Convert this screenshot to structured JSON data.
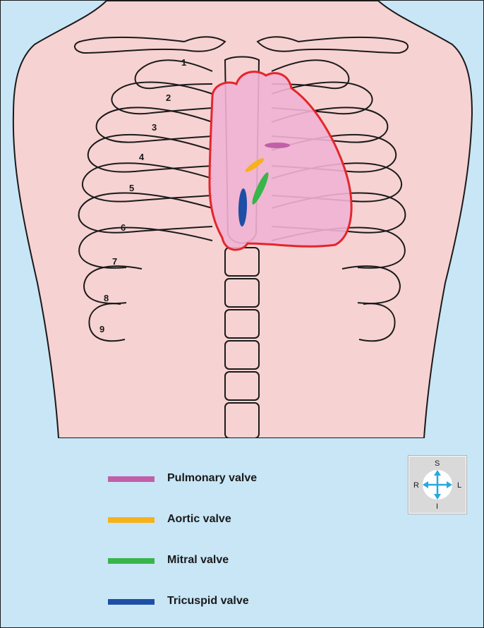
{
  "ribs": {
    "labels": [
      "1",
      "2",
      "3",
      "4",
      "5",
      "6",
      "7",
      "8",
      "9"
    ]
  },
  "legend": {
    "items": [
      {
        "label": "Pulmonary valve",
        "color": "#c160a8"
      },
      {
        "label": "Aortic valve",
        "color": "#f5b21b"
      },
      {
        "label": "Mitral valve",
        "color": "#39b54a"
      },
      {
        "label": "Tricuspid valve",
        "color": "#1f4fa5"
      }
    ]
  },
  "orientation": {
    "superior": "S",
    "inferior": "I",
    "right": "R",
    "left": "L"
  },
  "colors": {
    "background": "#c8e6f6",
    "skin": "#f7d2d2",
    "heart_fill": "#f0b3d3",
    "heart_outline": "#e3262b",
    "arrow": "#27a9e1"
  }
}
